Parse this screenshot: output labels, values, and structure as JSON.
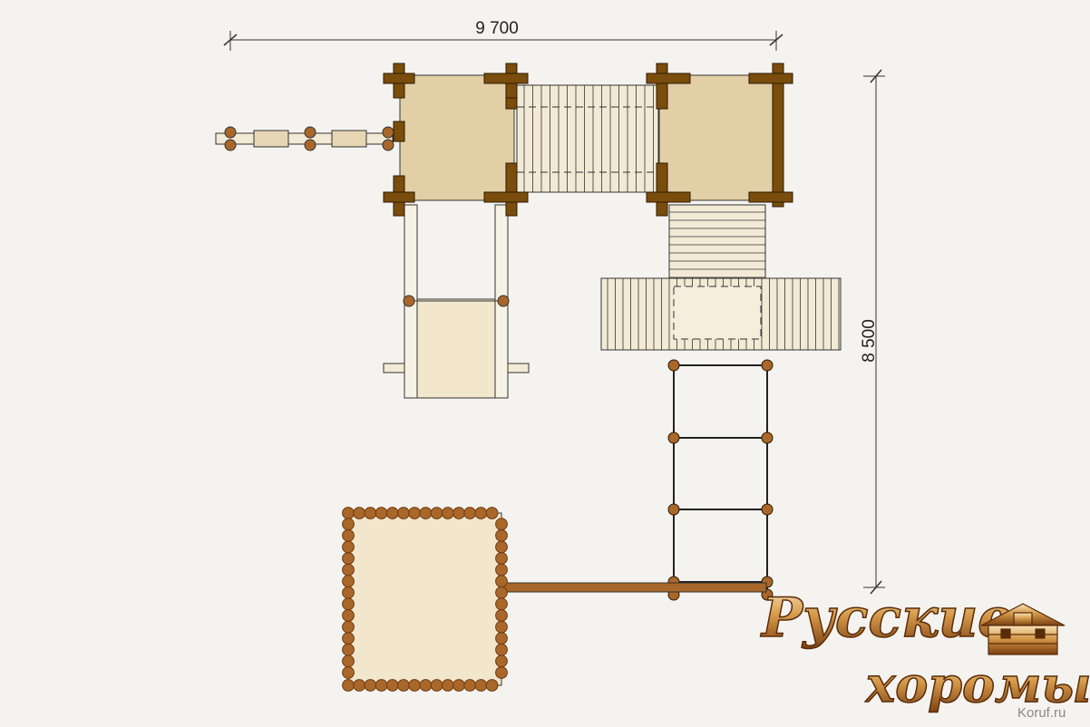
{
  "dimensions": {
    "width_label": "9 700",
    "height_label": "8 500"
  },
  "watermark": {
    "line1": "Русские",
    "line2": "хоромы",
    "site": "Koruf.ru"
  },
  "colors": {
    "background": "#f5f3ef",
    "deck": "#e3cfa6",
    "light_fill": "#f3ead6",
    "post": "#7a4d0c",
    "log": "#a9672a",
    "log_dark": "#6e3b10",
    "line": "#333333"
  }
}
